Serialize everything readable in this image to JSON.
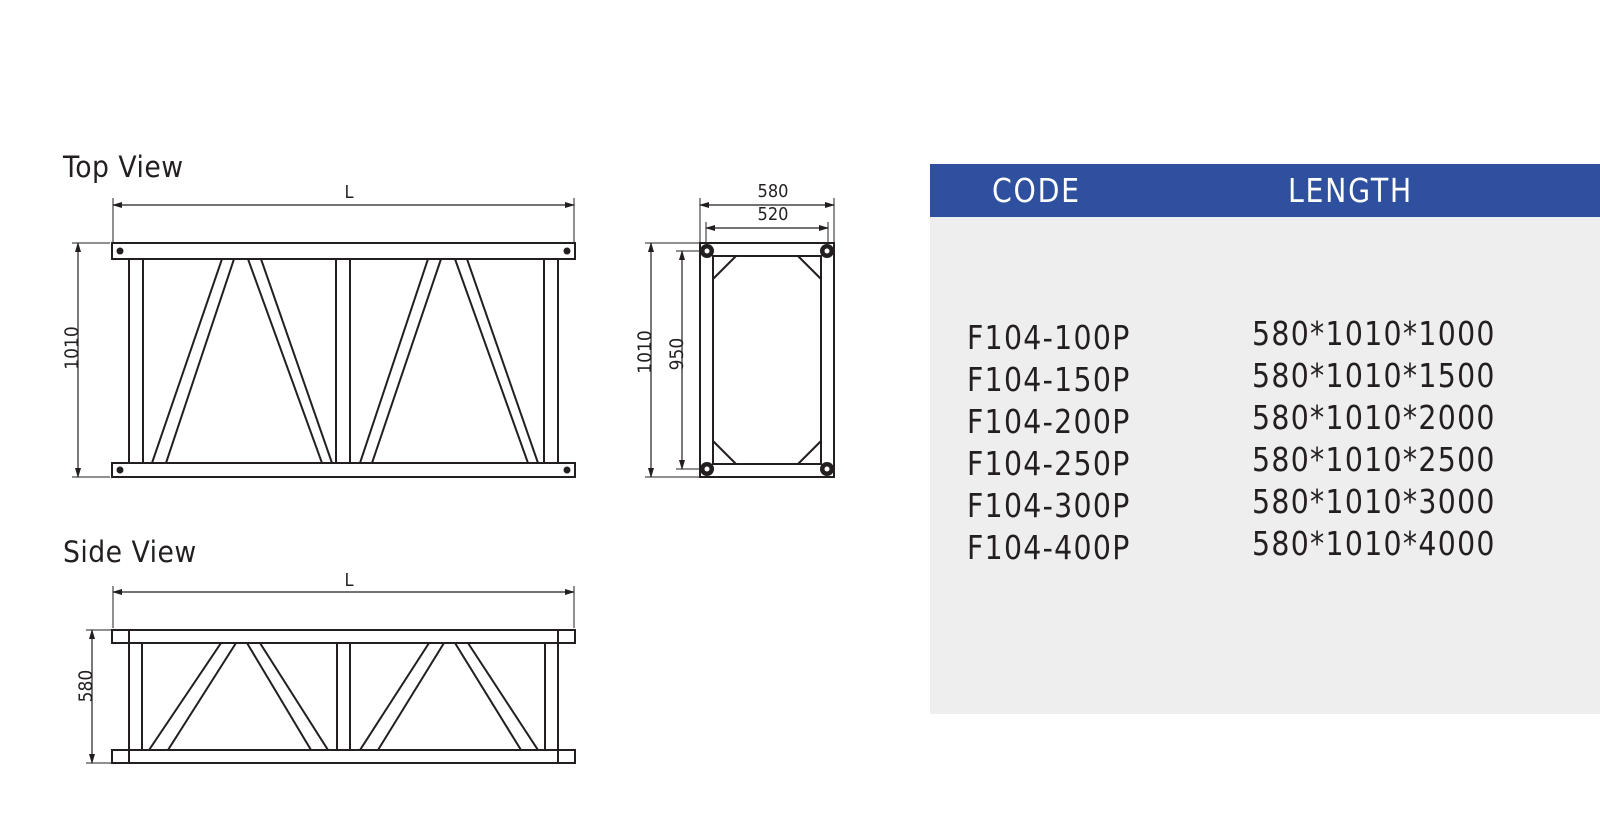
{
  "top_view": {
    "title": "Top View",
    "dim_length": "L",
    "dim_height": "1010"
  },
  "end_view": {
    "dim_outer_width": "580",
    "dim_inner_width": "520",
    "dim_outer_height": "1010",
    "dim_inner_height": "950"
  },
  "side_view": {
    "title": "Side View",
    "dim_length": "L",
    "dim_height": "580"
  },
  "spec_table": {
    "header_color": "#2f4f9f",
    "columns": {
      "code": "CODE",
      "length": "LENGTH"
    },
    "rows": [
      {
        "code": "F104-100P",
        "length": "580*1010*1000"
      },
      {
        "code": "F104-150P",
        "length": "580*1010*1500"
      },
      {
        "code": "F104-200P",
        "length": "580*1010*2000"
      },
      {
        "code": "F104-250P",
        "length": "580*1010*2500"
      },
      {
        "code": "F104-300P",
        "length": "580*1010*3000"
      },
      {
        "code": "F104-400P",
        "length": "580*1010*4000"
      }
    ]
  }
}
